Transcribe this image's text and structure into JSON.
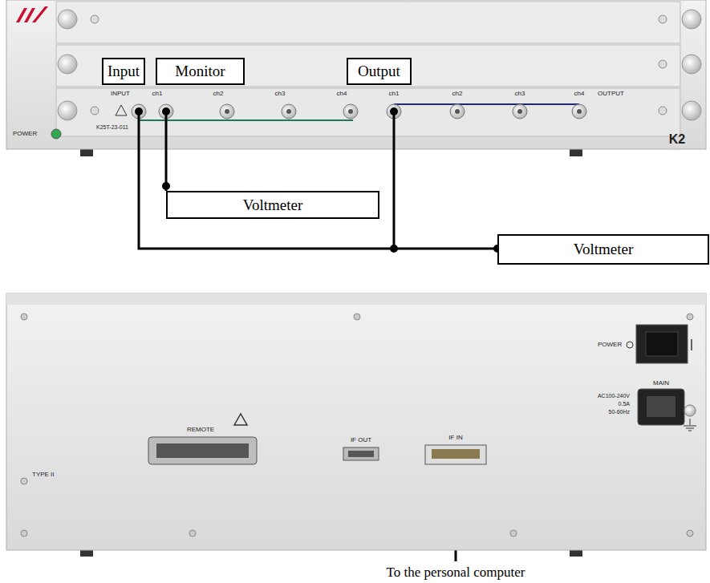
{
  "diagram": {
    "nodes": [
      {
        "text": [
          "Input"
        ]
      },
      {
        "text": [
          "Monitor"
        ]
      },
      {
        "text": [
          "Output"
        ]
      },
      {
        "text": [
          "Voltmeter"
        ]
      },
      {
        "text": [
          "Voltmeter"
        ]
      }
    ],
    "labels": [
      "INPUT",
      "ch1",
      "ch2",
      "ch3",
      "ch4",
      "ch1",
      "ch2",
      "ch3",
      "ch4",
      "OUTPUT",
      "K25T-23-011",
      "POWER",
      "K2",
      "POWER",
      "MAIN",
      "AC100-240V",
      "0.5A",
      "50-60Hz",
      "REMOTE",
      "IF OUT",
      "IF IN",
      "TYPE II",
      "To the personal computer"
    ]
  }
}
